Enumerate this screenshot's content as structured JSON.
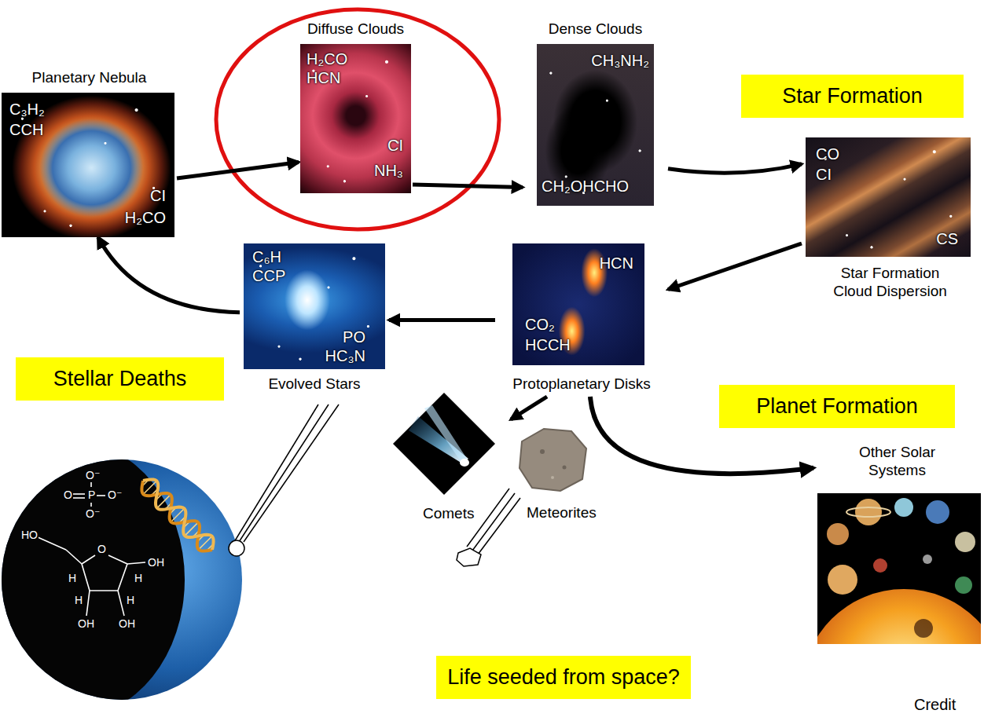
{
  "diagram": {
    "nodes": [
      {
        "text": [
          "Planetary Nebula",
          "C₃H₂",
          "CCH",
          "CI",
          "H₂CO"
        ]
      },
      {
        "text": [
          "Diffuse Clouds",
          "H₂CO",
          "HCN",
          "CI",
          "NH₃"
        ]
      },
      {
        "text": [
          "Dense Clouds",
          "CH₃NH₂",
          "CH₂OHCHO"
        ]
      },
      {
        "text": [
          "Star Formation"
        ]
      },
      {
        "text": [
          "CO",
          "CI",
          "CS",
          "Star Formation Cloud Dispersion"
        ]
      },
      {
        "text": [
          "C₆H",
          "CCP",
          "PO",
          "HC₃N",
          "Evolved Stars"
        ]
      },
      {
        "text": [
          "HCN",
          "CO₂",
          "HCCH",
          "Protoplanetary Disks"
        ]
      },
      {
        "text": [
          "Stellar Deaths"
        ]
      },
      {
        "text": [
          "Planet Formation"
        ]
      },
      {
        "text": [
          "Comets"
        ]
      },
      {
        "text": [
          "Meteorites"
        ]
      },
      {
        "text": [
          "Other Solar Systems"
        ]
      },
      {
        "text": [
          "Life seeded from space?"
        ]
      }
    ],
    "edges": [
      {
        "from": 0,
        "to": 1,
        "arrow": "to"
      },
      {
        "from": 1,
        "to": 2,
        "arrow": "to"
      },
      {
        "from": 2,
        "to": 4,
        "arrow": "to"
      },
      {
        "from": 4,
        "to": 6,
        "arrow": "to"
      },
      {
        "from": 6,
        "to": 5,
        "arrow": "to"
      },
      {
        "from": 5,
        "to": 0,
        "arrow": "to"
      },
      {
        "from": 6,
        "to": 9,
        "arrow": "to"
      },
      {
        "from": 6,
        "to": 11,
        "arrow": "to"
      }
    ],
    "labels": [
      "O⁻",
      "O",
      "P",
      "O⁻",
      "O⁻",
      "HO",
      "O",
      "OH",
      "H",
      "H",
      "H",
      "H",
      "OH",
      "OH",
      "Credit"
    ]
  }
}
